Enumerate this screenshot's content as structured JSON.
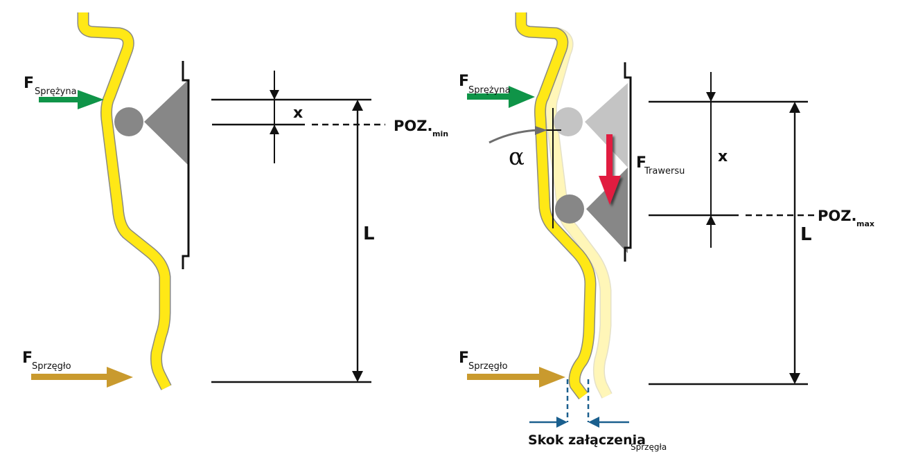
{
  "colors": {
    "spring_force": "#0f9448",
    "clutch_force": "#c99a2e",
    "traverse_force": "#e11d3f",
    "lever": "#ffe816",
    "lever_outline": "#8a8a80",
    "lever_ghost": "#fff6b8",
    "bearing_dark": "#878787",
    "bearing_light": "#c4c4c4",
    "stroke_marker": "#1a5f8e",
    "line": "#111111",
    "background": "#ffffff"
  },
  "left_panel": {
    "state": "min",
    "spring_force": {
      "main": "F",
      "sub": "Sprężyna"
    },
    "clutch_force": {
      "main": "F",
      "sub": "Sprzęgło"
    },
    "dim_x": "x",
    "dim_L": "L",
    "position": {
      "main": "POZ.",
      "sub": "min"
    }
  },
  "right_panel": {
    "state": "max",
    "spring_force": {
      "main": "F",
      "sub": "Sprężyna"
    },
    "clutch_force": {
      "main": "F",
      "sub": "Sprzęgło"
    },
    "traverse_force": {
      "main": "F",
      "sub": "Trawersu"
    },
    "angle": "α",
    "dim_x": "x",
    "dim_L": "L",
    "position": {
      "main": "POZ.",
      "sub": "max"
    },
    "stroke": {
      "main": "Skok załączenia",
      "sub": "Sprzęgła"
    }
  }
}
